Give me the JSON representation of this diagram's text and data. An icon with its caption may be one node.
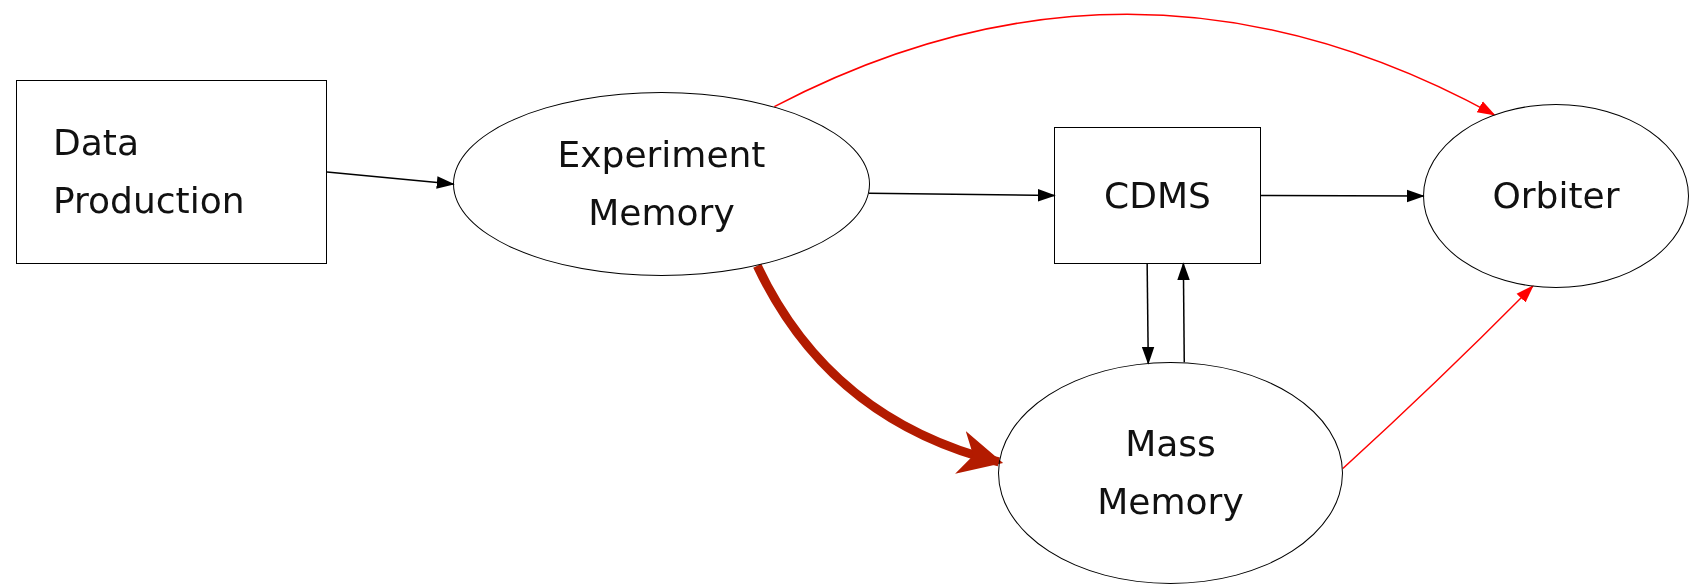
{
  "diagram": {
    "nodes": [
      {
        "text": [
          "Data Production"
        ]
      },
      {
        "text": [
          "Experiment Memory"
        ]
      },
      {
        "text": [
          "CDMS"
        ]
      },
      {
        "text": [
          "Orbiter"
        ]
      },
      {
        "text": [
          "Mass Memory"
        ]
      }
    ],
    "edges": [
      {
        "from": 0,
        "to": 1,
        "arrow": "to"
      },
      {
        "from": 1,
        "to": 2,
        "arrow": "to"
      },
      {
        "from": 2,
        "to": 3,
        "arrow": "to"
      },
      {
        "from": 2,
        "to": 4,
        "arrow": "to"
      },
      {
        "from": 4,
        "to": 2,
        "arrow": "to"
      },
      {
        "from": 1,
        "to": 3,
        "arrow": "to",
        "color": "#ff0000"
      },
      {
        "from": 1,
        "to": 4,
        "arrow": "to",
        "style": "thick",
        "color": "#b31b00"
      },
      {
        "from": 4,
        "to": 3,
        "arrow": "to",
        "color": "#ff0000"
      }
    ]
  }
}
